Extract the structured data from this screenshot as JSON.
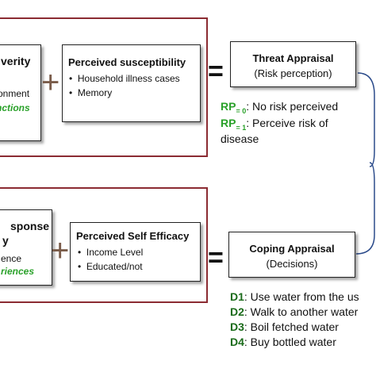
{
  "top": {
    "left_box": {
      "title": "verity",
      "line1": "onment",
      "line2": "nctions"
    },
    "plus": "+",
    "right_box": {
      "title": "Perceived susceptibility",
      "bullets": [
        "Household illness cases",
        "Memory"
      ]
    },
    "equals": "=",
    "appraisal": {
      "title": "Threat Appraisal",
      "subtitle": "(Risk perception)"
    },
    "rp_lines": [
      {
        "tag": "RP",
        "sub": "= 0",
        "text": ": No risk perceived"
      },
      {
        "tag": "RP",
        "sub": "= 1",
        "text": ": Perceive risk of"
      }
    ],
    "rp_continuation": "disease"
  },
  "bottom": {
    "left_box": {
      "title1": "sponse",
      "title2": "y",
      "line1": "ence",
      "line2": "riences"
    },
    "plus": "+",
    "right_box": {
      "title": "Perceived Self Efficacy",
      "bullets": [
        "Income Level",
        "Educated/not"
      ]
    },
    "equals": "=",
    "appraisal": {
      "title": "Coping Appraisal",
      "subtitle": "(Decisions)"
    },
    "decisions": [
      {
        "tag": "D1",
        "text": ": Use water from the us"
      },
      {
        "tag": "D2",
        "text": ": Walk to another water"
      },
      {
        "tag": "D3",
        "text": ": Boil fetched water"
      },
      {
        "tag": "D4",
        "text": ": Buy bottled water"
      }
    ]
  },
  "colors": {
    "frame": "#8b2b32",
    "green": "#2aa12a",
    "connector": "#2a4a8a"
  }
}
